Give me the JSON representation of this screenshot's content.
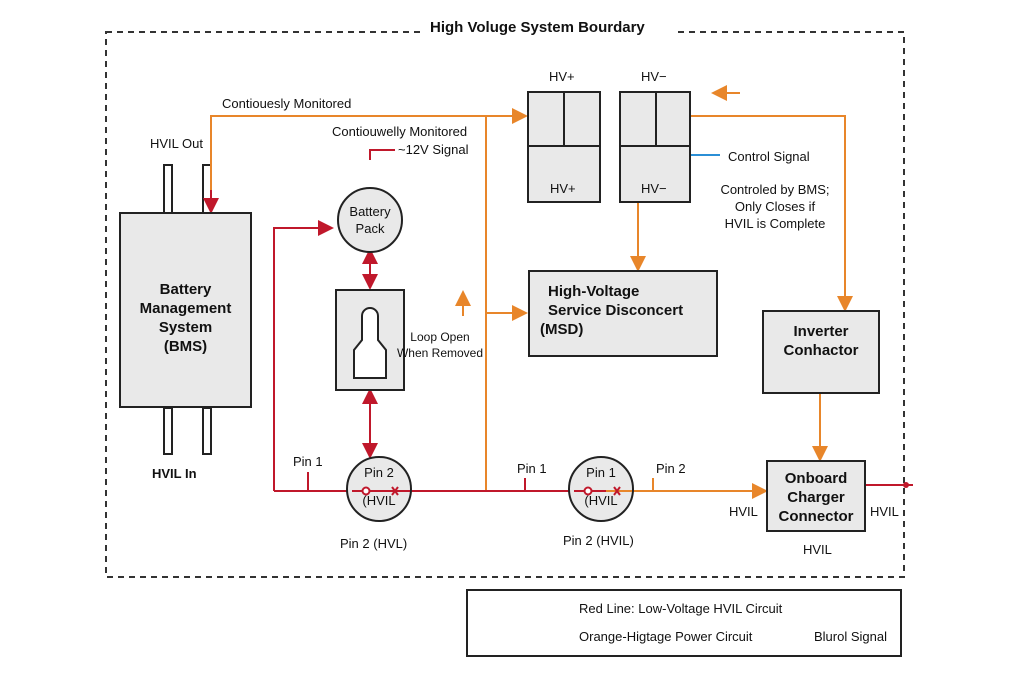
{
  "title": "High Voluge System Bourdary",
  "labels": {
    "continuous_top": "Contiouesly Monitored",
    "continuous_mid": "Contiouwelly Monitored",
    "signal_12v": "~12V Signal",
    "hvil_out": "HVIL Out",
    "hvil_in": "HVIL In",
    "hv_plus_top": "HV+",
    "hv_minus_top": "HV−",
    "hv_plus_bottom": "HV+",
    "hv_minus_bottom": "HV−",
    "control_signal": "Control Signal",
    "controlled_by_bms_1": "Controled by BMS;",
    "controlled_by_bms_2": "Only Closes if",
    "controlled_by_bms_3": "HVIL is Complete",
    "loop_open_1": "Loop Open",
    "loop_open_2": "When Removed",
    "pin1_left": "Pin 1",
    "pin1_mid": "Pin 1",
    "pin2_right": "Pin 2",
    "pin2_hvl": "Pin 2 (HVL)",
    "pin2_hvil": "Pin 2 (HVIL)",
    "hvil_left_charger": "HVIL",
    "hvil_right_charger": "HVIL",
    "hvil_below_charger": "HVIL"
  },
  "bms": {
    "line1": "Battery",
    "line2": "Management",
    "line3": "System",
    "line4": "(BMS)"
  },
  "battery_pack": {
    "line1": "Battery",
    "line2": "Pack"
  },
  "msd": {
    "line1": "High-Voltage",
    "line2": "Service Disconcert",
    "line3": "(MSD)"
  },
  "inverter": {
    "line1": "Inverter",
    "line2": "Conhactor"
  },
  "charger": {
    "line1": "Onboard",
    "line2": "Charger",
    "line3": "Connector"
  },
  "connector_left": {
    "line1": "Pin 2",
    "line2": "(HVIL"
  },
  "connector_right": {
    "line1": "Pin 1",
    "line2": "(HVIL"
  },
  "legend": {
    "red": "Red Line: Low-Voltage HVIL Circuit",
    "orange": "Orange-Higtage Power Circuit",
    "blue": "Blurol Signal"
  },
  "colors": {
    "red": "#c0182b",
    "orange": "#e8862a",
    "blue": "#2b8fd6",
    "box_fill": "#e9e9e9",
    "border": "#222222"
  }
}
